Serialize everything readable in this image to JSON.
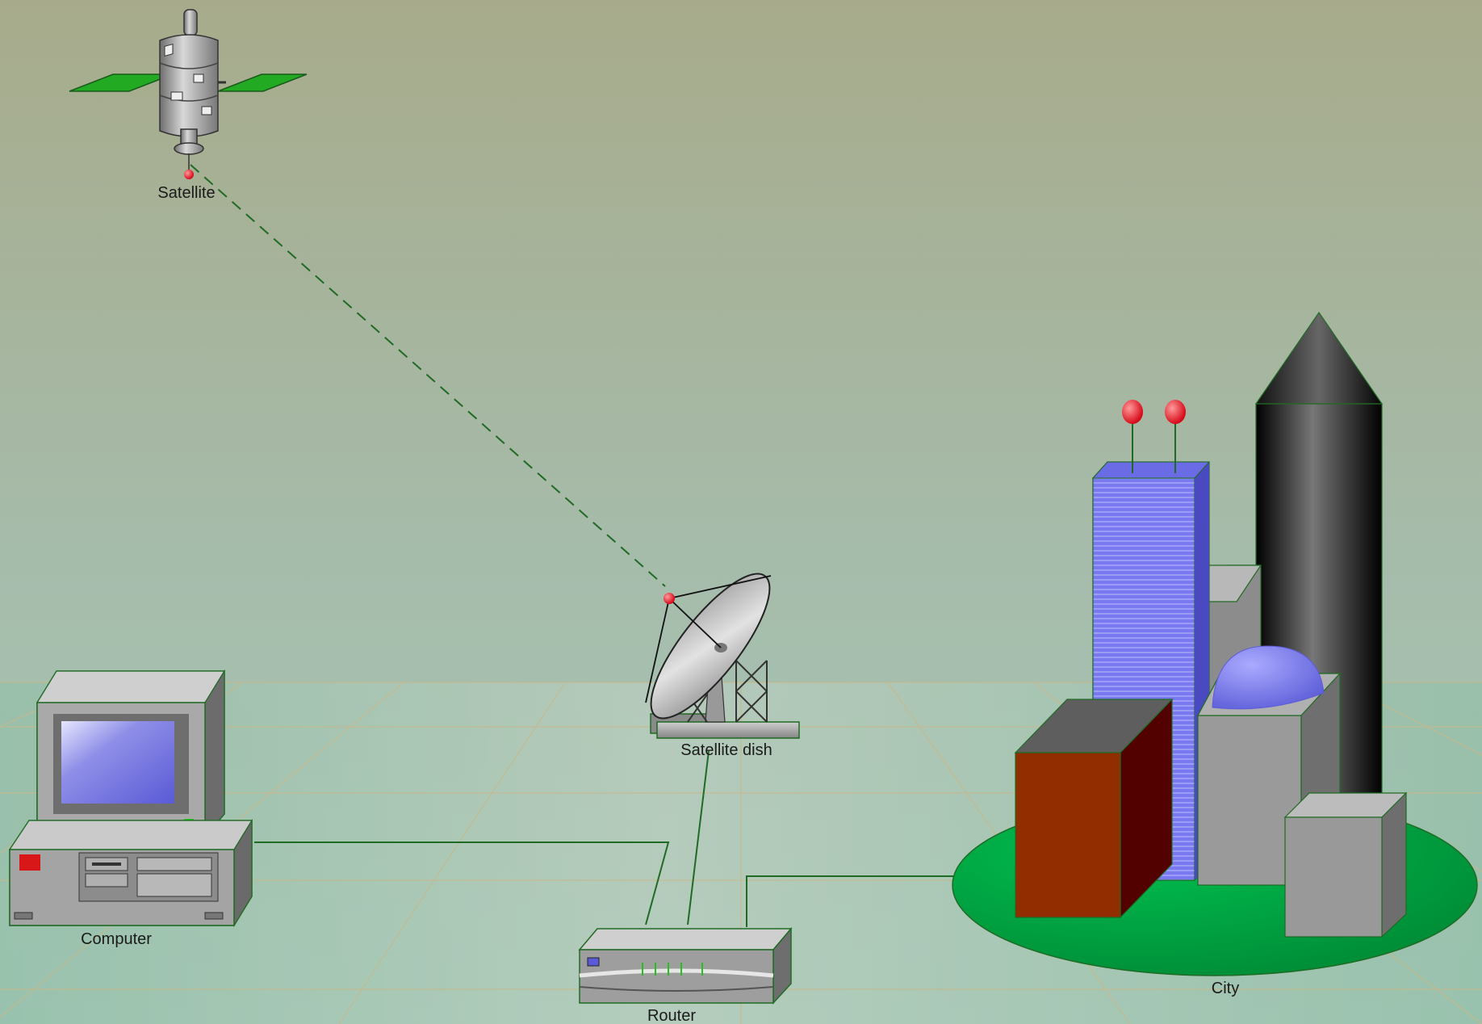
{
  "diagram": {
    "nodes": [
      {
        "id": "satellite",
        "label": "Satellite",
        "icon": "satellite-icon"
      },
      {
        "id": "dish",
        "label": "Satellite dish",
        "icon": "satellite-dish-icon"
      },
      {
        "id": "computer",
        "label": "Computer",
        "icon": "computer-icon"
      },
      {
        "id": "router",
        "label": "Router",
        "icon": "router-icon"
      },
      {
        "id": "city",
        "label": "City",
        "icon": "city-icon"
      }
    ],
    "links": [
      {
        "from": "satellite",
        "to": "dish",
        "style": "dashed"
      },
      {
        "from": "dish",
        "to": "router",
        "style": "solid"
      },
      {
        "from": "computer",
        "to": "router",
        "style": "solid"
      },
      {
        "from": "city",
        "to": "router",
        "style": "solid"
      }
    ],
    "colors": {
      "link": "#1f6b24",
      "connector": "#e0141e",
      "ground": "#00a040",
      "solar_panel": "#22aa22"
    }
  }
}
